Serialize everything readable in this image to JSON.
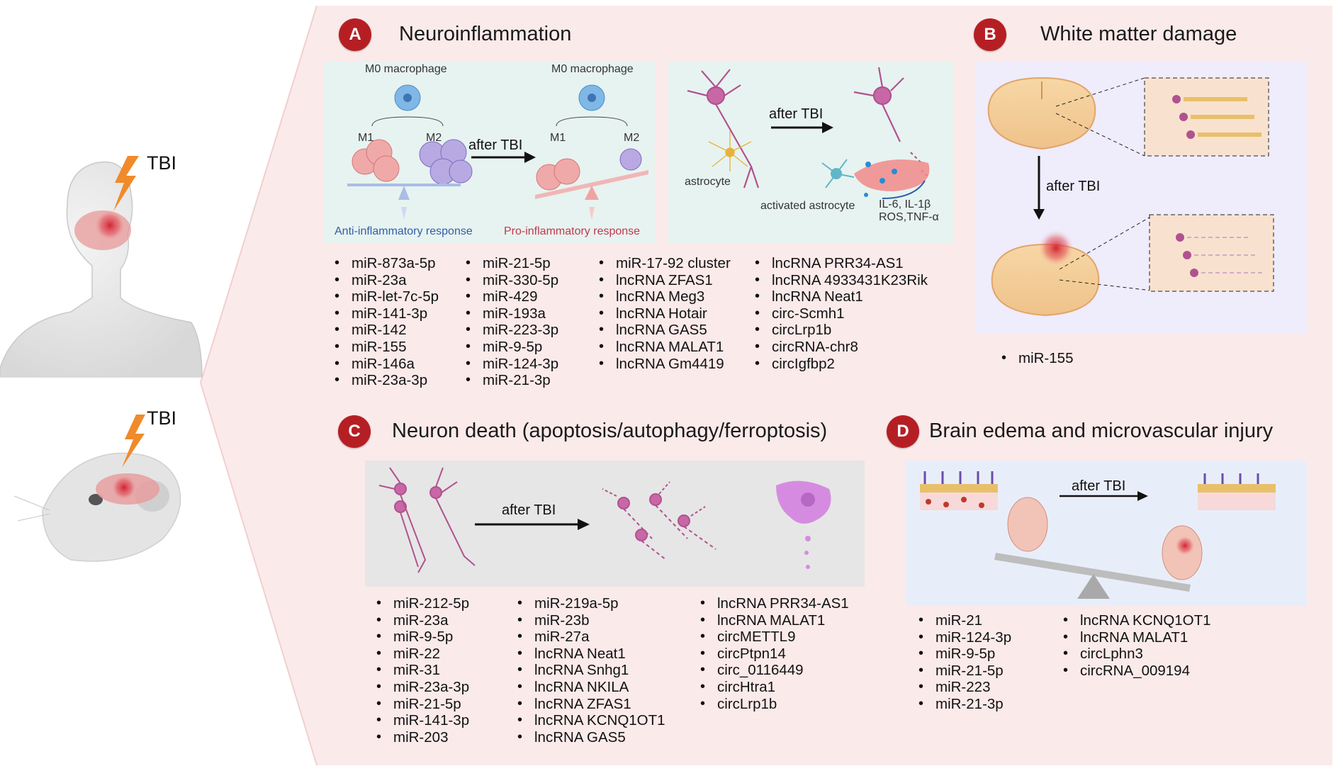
{
  "left": {
    "human_tbi": "TBI",
    "rat_tbi": "TBI"
  },
  "panels": {
    "A": {
      "badge": "A",
      "title": "Neuroinflammation",
      "m0_left": "M0 macrophage",
      "m0_right": "M0 macrophage",
      "m1_left": "M1",
      "m2_left": "M2",
      "m1_right": "M1",
      "m2_right": "M2",
      "after_tbi_1": "after TBI",
      "anti": "Anti-inflammatory response",
      "pro": "Pro-inflammatory response",
      "astrocyte": "astrocyte",
      "after_tbi_2": "after TBI",
      "activated_astrocyte": "activated astrocyte",
      "cytokines_1": "IL-6, IL-1β",
      "cytokines_2": "ROS,TNF-α",
      "col1": [
        "miR-873a-5p",
        "miR-23a",
        "miR-let-7c-5p",
        "miR-141-3p",
        "miR-142",
        "miR-155",
        "miR-146a",
        "miR-23a-3p"
      ],
      "col2": [
        "miR-21-5p",
        "miR-330-5p",
        "miR-429",
        "miR-193a",
        "miR-223-3p",
        "miR-9-5p",
        "miR-124-3p",
        "miR-21-3p"
      ],
      "col3": [
        "miR-17-92 cluster",
        "lncRNA ZFAS1",
        "lncRNA Meg3",
        "lncRNA Hotair",
        "lncRNA GAS5",
        "lncRNA MALAT1",
        "lncRNA Gm4419"
      ],
      "col4": [
        "lncRNA PRR34-AS1",
        "lncRNA 4933431K23Rik",
        "lncRNA Neat1",
        "circ-Scmh1",
        "circLrp1b",
        "circRNA-chr8",
        "circIgfbp2"
      ]
    },
    "B": {
      "badge": "B",
      "title": "White matter damage",
      "after_tbi": "after TBI",
      "col1": [
        "miR-155"
      ]
    },
    "C": {
      "badge": "C",
      "title": "Neuron death (apoptosis/autophagy/ferroptosis)",
      "after_tbi": "after TBI",
      "col1": [
        "miR-212-5p",
        "miR-23a",
        "miR-9-5p",
        "miR-22",
        "miR-31",
        "miR-23a-3p",
        "miR-21-5p",
        "miR-141-3p",
        "miR-203"
      ],
      "col2": [
        "miR-219a-5p",
        "miR-23b",
        "miR-27a",
        "lncRNA Neat1",
        "lncRNA Snhg1",
        "lncRNA NKILA",
        "lncRNA ZFAS1",
        "lncRNA KCNQ1OT1",
        "lncRNA GAS5"
      ],
      "col3": [
        "lncRNA PRR34-AS1",
        "lncRNA MALAT1",
        "circMETTL9",
        "circPtpn14",
        "circ_0116449",
        "circHtra1",
        "circLrp1b"
      ]
    },
    "D": {
      "badge": "D",
      "title": "Brain edema and microvascular injury",
      "after_tbi": "after TBI",
      "col1": [
        "miR-21",
        "miR-124-3p",
        "miR-9-5p",
        "miR-21-5p",
        "miR-223",
        "miR-21-3p"
      ],
      "col2": [
        "lncRNA KCNQ1OT1",
        "lncRNA MALAT1",
        "circLphn3",
        "circRNA_009194"
      ]
    }
  },
  "colors": {
    "panel_bg": "#fbeaea",
    "badge": "#b51f24",
    "inset_green": "#e7f3f0",
    "inset_purple": "#efecfb",
    "inset_gray": "#e6e6e6",
    "inset_blue": "#e8eef9",
    "neuron": "#b0528f",
    "anti_text": "#2f5fa8",
    "pro_text": "#c0394b"
  }
}
